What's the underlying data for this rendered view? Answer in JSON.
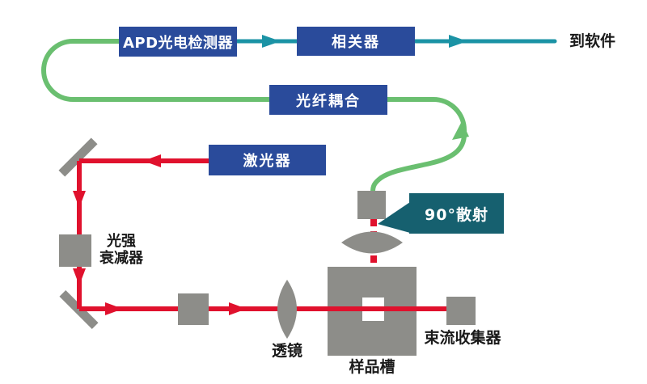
{
  "diagram": {
    "title_hint": "90-degree dynamic light scattering optical setup",
    "boxes": {
      "apd_detector": "APD光电检测器",
      "correlator": "相关器",
      "fiber_coupling": "光纤耦合",
      "laser": "激光器",
      "scatter_callout": "90°散射"
    },
    "labels": {
      "to_software": "到软件",
      "attenuator_line1": "光强",
      "attenuator_line2": "衰减器",
      "lens": "透镜",
      "sample_cell": "样品槽",
      "beam_dump": "束流收集器"
    },
    "colors": {
      "box_blue": "#2a4b9b",
      "signal_teal": "#1b93a5",
      "fiber_green": "#6abf70",
      "beam_red": "#e0112d",
      "component_gray": "#8d8d89",
      "callout_teal": "#16606f",
      "text_dark": "#1a1a1a",
      "background": "#ffffff"
    }
  }
}
